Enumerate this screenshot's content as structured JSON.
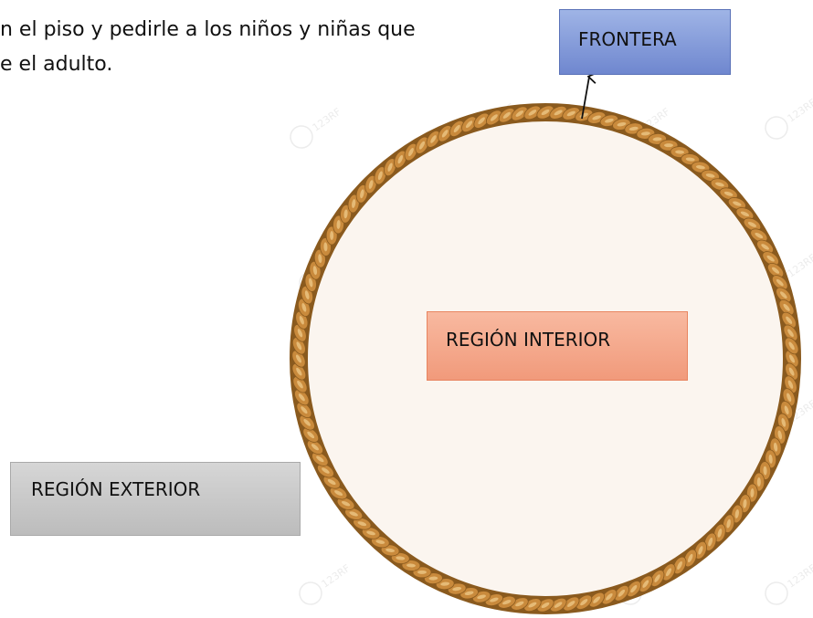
{
  "intro": {
    "line1": "n el piso y pedirle a los niños y niñas que",
    "line2": "e el adulto."
  },
  "labels": {
    "frontera": "FRONTERA",
    "interior": "REGIÓN INTERIOR",
    "exterior": "REGIÓN EXTERIOR"
  },
  "watermark": "123RF",
  "colors": {
    "rope": "#c98a3c",
    "rope_dark": "#8a5a1e",
    "rope_light": "#ecc584",
    "circle_fill": "#fbf5ef",
    "frontera_box": "#8ea3dd",
    "interior_box": "#f4a88b",
    "exterior_box": "#c9c9c9"
  }
}
